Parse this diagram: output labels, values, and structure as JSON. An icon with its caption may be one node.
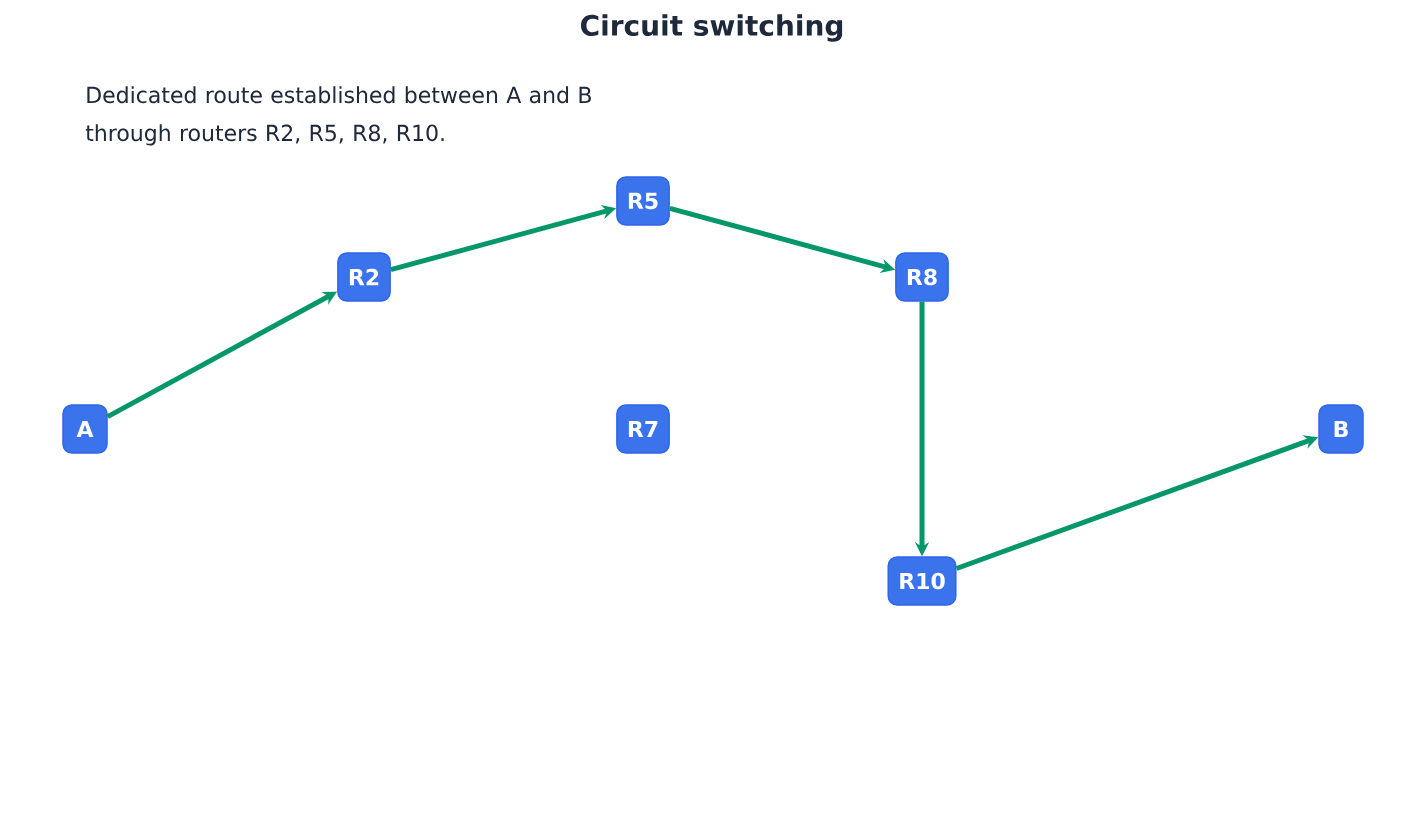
{
  "diagram": {
    "title": "Circuit switching",
    "nodes": [
      {
        "text": [
          "R5"
        ]
      },
      {
        "text": [
          "R2"
        ]
      },
      {
        "text": [
          "R8"
        ]
      },
      {
        "text": [
          "A"
        ]
      },
      {
        "text": [
          "R7"
        ]
      },
      {
        "text": [
          "B"
        ]
      },
      {
        "text": [
          "R10"
        ]
      }
    ],
    "edges": [
      {
        "from": 3,
        "to": 1,
        "arrow": "to"
      },
      {
        "from": 1,
        "to": 0,
        "arrow": "to"
      },
      {
        "from": 0,
        "to": 2,
        "arrow": "to"
      },
      {
        "from": 2,
        "to": 6,
        "arrow": "to"
      },
      {
        "from": 6,
        "to": 5,
        "arrow": "to"
      }
    ],
    "labels": [
      "Dedicated route established between A and B through routers R2, R5, R8, R10."
    ]
  }
}
